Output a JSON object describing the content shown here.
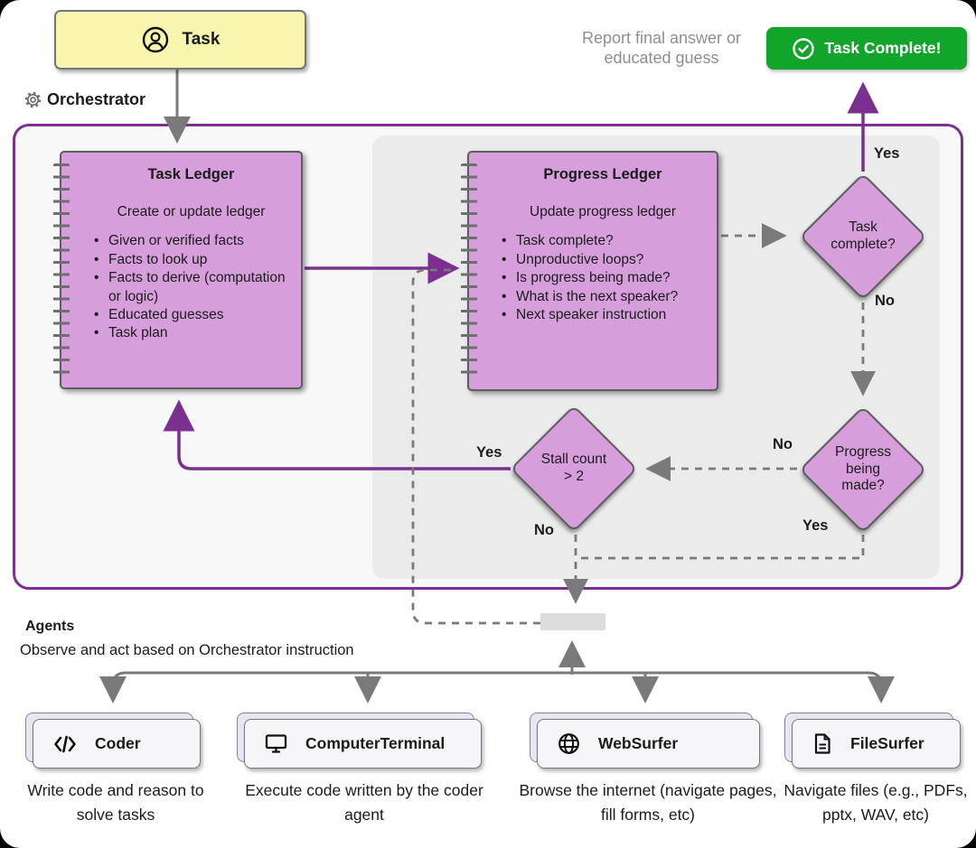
{
  "task_box": {
    "label": "Task"
  },
  "orchestrator": {
    "label": "Orchestrator"
  },
  "report_note": {
    "line1": "Report final answer or",
    "line2": "educated guess"
  },
  "complete_banner": {
    "label": "Task Complete!"
  },
  "task_ledger": {
    "title": "Task Ledger",
    "subtitle": "Create or update ledger",
    "items": [
      "Given or verified facts",
      "Facts to look up",
      "Facts to derive (computation or logic)",
      "Educated guesses",
      "Task plan"
    ]
  },
  "progress_ledger": {
    "title": "Progress Ledger",
    "subtitle": "Update progress ledger",
    "items": [
      "Task complete?",
      "Unproductive loops?",
      "Is progress being made?",
      "What is the next speaker?",
      "Next speaker instruction"
    ]
  },
  "decisions": {
    "task_complete": {
      "label": "Task complete?"
    },
    "progress_being_made": {
      "label": "Progress being made?"
    },
    "stall_count": {
      "label": "Stall count > 2"
    }
  },
  "edge_labels": {
    "task_complete_yes": "Yes",
    "task_complete_no": "No",
    "progress_no": "No",
    "progress_yes": "Yes",
    "stall_yes": "Yes",
    "stall_no": "No"
  },
  "agents_section": {
    "title": "Agents",
    "subtitle": "Observe and act based on Orchestrator instruction"
  },
  "agents": [
    {
      "name": "Coder",
      "icon": "code-icon",
      "description": "Write code and reason to solve tasks"
    },
    {
      "name": "ComputerTerminal",
      "icon": "terminal-icon",
      "description": "Execute code written by the coder agent"
    },
    {
      "name": "WebSurfer",
      "icon": "globe-icon",
      "description": "Browse the internet (navigate pages, fill forms, etc)"
    },
    {
      "name": "FileSurfer",
      "icon": "file-icon",
      "description": "Navigate files (e.g., PDFs, pptx, WAV, etc)"
    }
  ],
  "colors": {
    "accent_purple": "#7b2f8e",
    "node_purple": "#d69fdc",
    "banner_green": "#12a52c",
    "task_yellow": "#f8f6ae",
    "connector_gray": "#7a7a7a"
  }
}
